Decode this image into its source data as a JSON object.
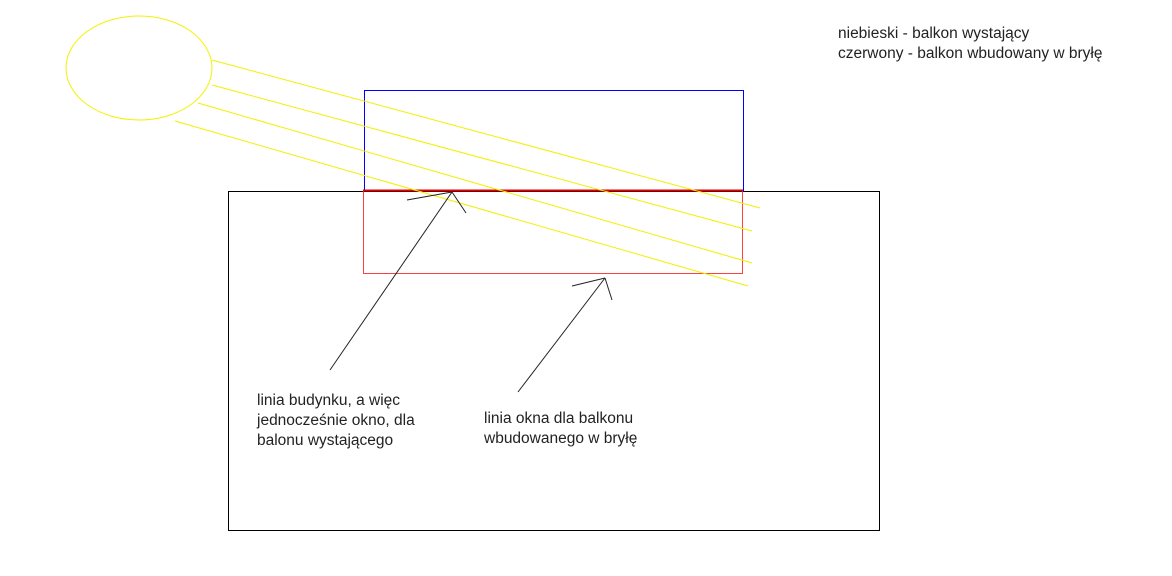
{
  "legend": {
    "line1": "niebieski - balkon wystający",
    "line2": "czerwony - balkon wbudowany w bryłę"
  },
  "labels": {
    "building_line": [
      "linia budynku, a więc",
      "jednocześnie okno, dla",
      "balonu wystającego"
    ],
    "window_line": [
      "linia okna dla balkonu",
      "wbudowanego w bryłę"
    ]
  },
  "colors": {
    "sun": "#ffff00",
    "rays": "#f0f000",
    "protruding_balcony": "#0000ff",
    "built_in_balcony": "#ff0000",
    "building": "#000000",
    "arrows": "#000000"
  }
}
